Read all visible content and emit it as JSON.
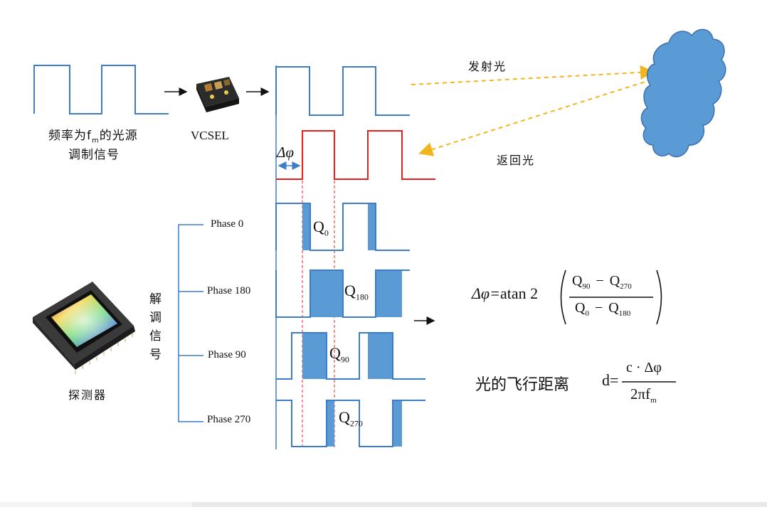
{
  "labels": {
    "source_line1": "频率为f",
    "source_sub": "m",
    "source_line1_tail": "的光源",
    "source_line2": "调制信号",
    "vcsel": "VCSEL",
    "emitted": "发射光",
    "returned": "返回光",
    "delta_phi": "Δφ",
    "detector": "探测器",
    "demod_chars": [
      "解",
      "调",
      "信",
      "号"
    ],
    "phases": [
      "Phase 0",
      "Phase 180",
      "Phase 90",
      "Phase 270"
    ],
    "q_letter": "Q",
    "q_subs": [
      "0",
      "180",
      "90",
      "270"
    ]
  },
  "formula1": {
    "lhs": "Δφ=",
    "func": "atan 2",
    "num_a": "Q",
    "num_a_sub": "90",
    "num_op": "−",
    "num_b": "Q",
    "num_b_sub": "270",
    "den_a": "Q",
    "den_a_sub": "0",
    "den_op": "−",
    "den_b": "Q",
    "den_b_sub": "180"
  },
  "formula2": {
    "prefix": "光的飞行距离",
    "lhs": "d=",
    "numerator": "c · Δφ",
    "den_main": "2πf",
    "den_sub": "m"
  },
  "colors": {
    "wave_blue": "#3d7cc9",
    "fill_blue": "#5b9bd5",
    "return_red": "#e8201b",
    "arrow_gold": "#f2b51c",
    "cloud_blue": "#5b9bd5",
    "dashed_red": "#e8201b"
  }
}
